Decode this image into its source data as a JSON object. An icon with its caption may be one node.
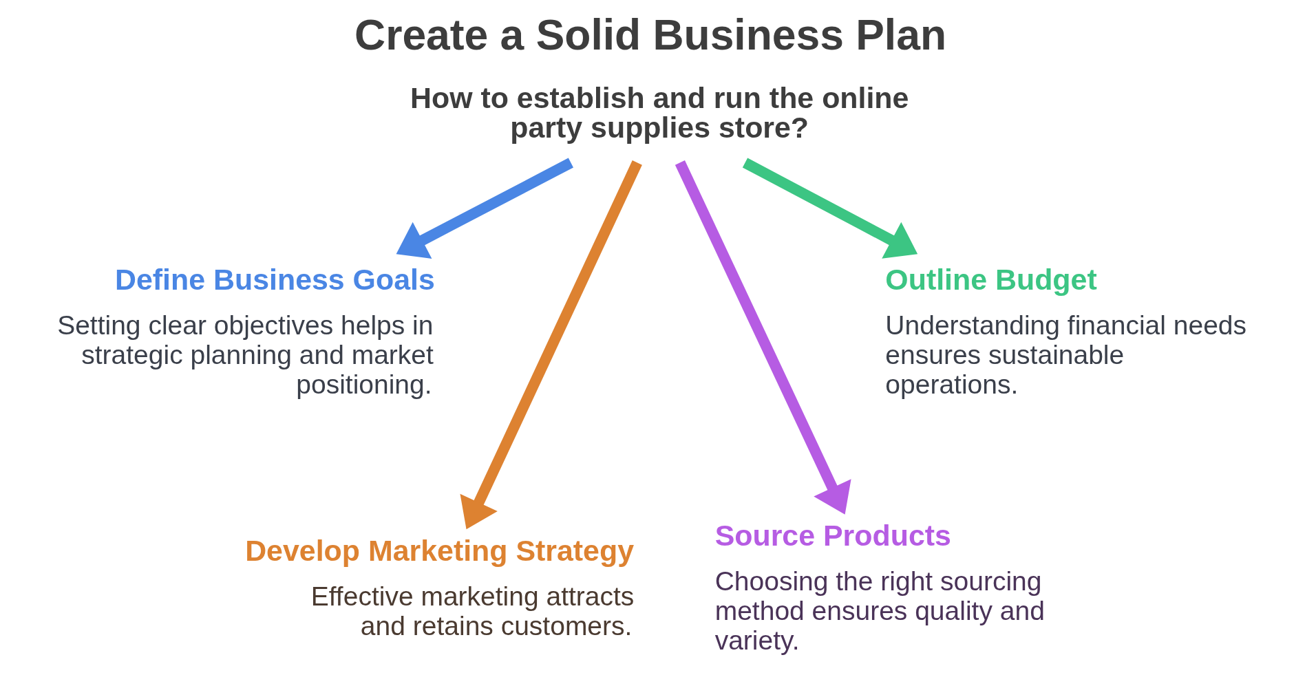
{
  "diagram": {
    "title": "Create a Solid Business Plan",
    "nodes": [
      {
        "text": [
          "How to establish and run the online party supplies store?"
        ]
      },
      {
        "text": [
          "Define Business Goals",
          "Setting clear objectives helps in strategic planning and market positioning."
        ]
      },
      {
        "text": [
          "Outline Budget",
          "Understanding financial needs ensures sustainable operations."
        ]
      },
      {
        "text": [
          "Develop Marketing Strategy",
          "Effective marketing attracts and retains customers."
        ]
      },
      {
        "text": [
          "Source Products",
          "Choosing the right sourcing method ensures quality and variety."
        ]
      }
    ],
    "edges": [
      {
        "from": 0,
        "to": 1,
        "arrow": "to",
        "color": "#4a86e4"
      },
      {
        "from": 0,
        "to": 3,
        "arrow": "to",
        "color": "#dd8231"
      },
      {
        "from": 0,
        "to": 4,
        "arrow": "to",
        "color": "#b65ce3"
      },
      {
        "from": 0,
        "to": 2,
        "arrow": "to",
        "color": "#3cc583"
      }
    ]
  }
}
